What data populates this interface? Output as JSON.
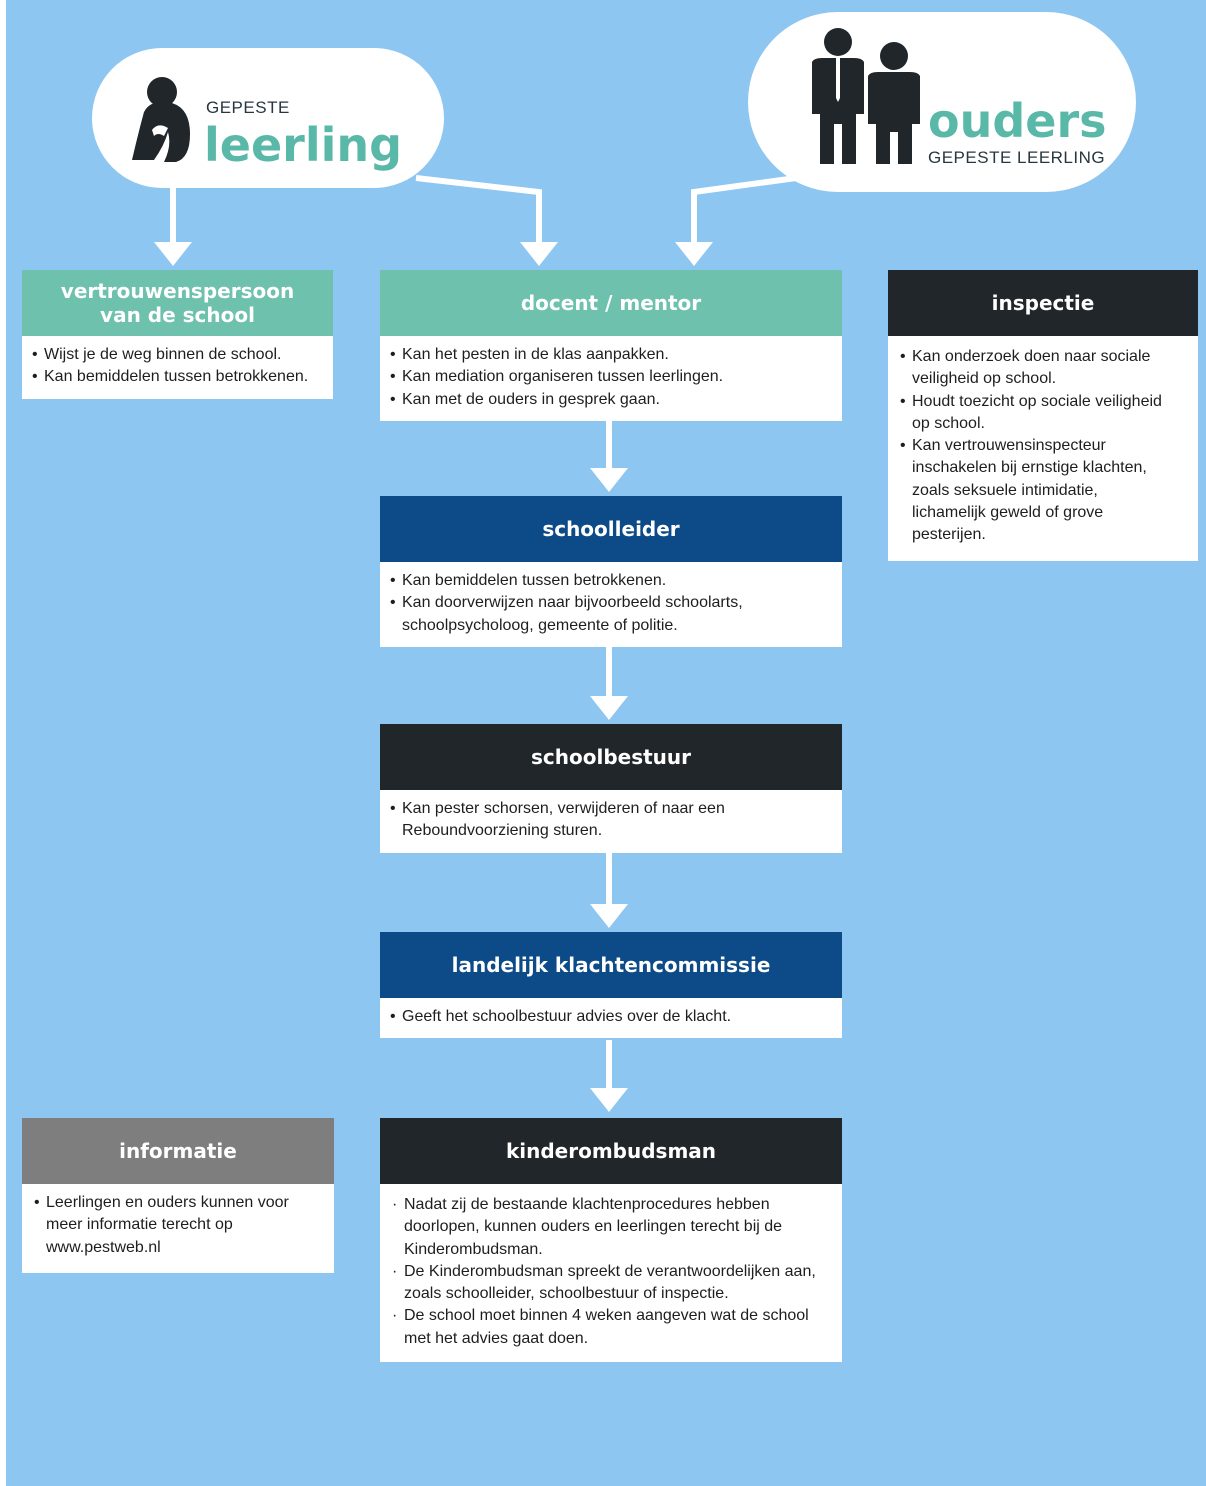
{
  "leerling": {
    "kicker": "GEPESTE",
    "title": "leerling"
  },
  "ouders": {
    "title": "ouders",
    "subtitle": "GEPESTE LEERLING"
  },
  "boxes": {
    "vertrouwenspersoon": {
      "title_line1": "vertrouwenspersoon",
      "title_line2": "van de school",
      "items": [
        "Wijst je de weg binnen de school.",
        "Kan bemiddelen tussen betrokkenen."
      ]
    },
    "docent": {
      "title": "docent / mentor",
      "items": [
        "Kan het pesten in de klas aanpakken.",
        "Kan mediation organiseren tussen leerlingen.",
        "Kan met de ouders in gesprek gaan."
      ]
    },
    "inspectie": {
      "title": "inspectie",
      "items": [
        "Kan onderzoek doen naar sociale veiligheid op school.",
        "Houdt toezicht op sociale veiligheid op school.",
        "Kan vertrouwensinspecteur inschakelen bij ernstige klachten, zoals seksuele intimidatie, lichamelijk geweld of grove pesterijen."
      ]
    },
    "schoolleider": {
      "title": "schoolleider",
      "items": [
        "Kan bemiddelen tussen betrokkenen.",
        "Kan doorverwijzen naar bijvoorbeeld schoolarts, schoolpsycholoog, gemeente of politie."
      ]
    },
    "schoolbestuur": {
      "title": "schoolbestuur",
      "items": [
        "Kan pester schorsen, verwijderen of naar een Reboundvoorziening  sturen."
      ]
    },
    "klachtencommissie": {
      "title": "landelijk klachtencommissie",
      "items": [
        "Geeft het schoolbestuur advies over de klacht."
      ]
    },
    "informatie": {
      "title": "informatie",
      "items": [
        "Leerlingen en ouders kunnen voor meer informatie terecht op www.pestweb.nl"
      ]
    },
    "kinderombudsman": {
      "title": "kinderombudsman",
      "items": [
        "Nadat zij de bestaande klachtenprocedures hebben doorlopen, kunnen ouders en leerlingen terecht bij de Kinderombudsman.",
        "De Kinderombudsman spreekt de verantwoordelijken aan, zoals schoolleider, schoolbestuur of inspectie.",
        "De school moet binnen 4 weken aangeven wat de school met het advies gaat doen."
      ]
    }
  },
  "colors": {
    "background": "#8cc6f1",
    "teal": "#6dc1ad",
    "navy": "#0c4a88",
    "dark": "#21262b",
    "grey": "#7e7e7e",
    "title_teal": "#5ab8a8"
  },
  "icons": {
    "leerling": "sad-student-icon",
    "ouders": "parents-icon"
  }
}
